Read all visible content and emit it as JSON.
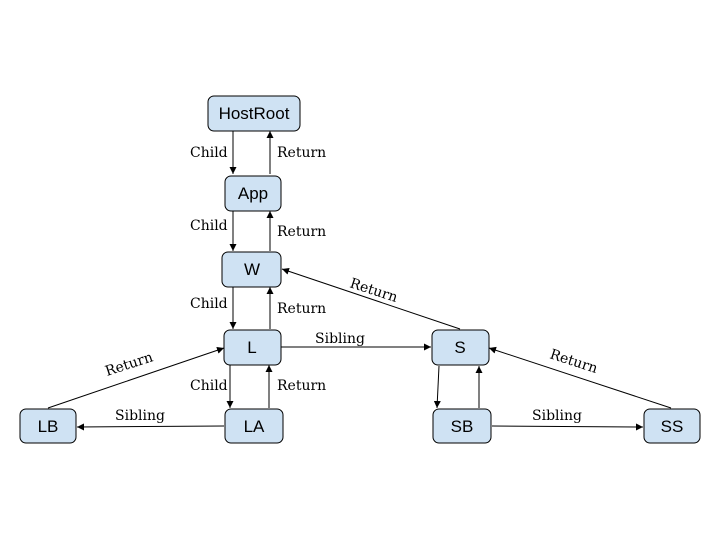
{
  "nodes": {
    "hostroot": "HostRoot",
    "app": "App",
    "w": "W",
    "l": "L",
    "s": "S",
    "lb": "LB",
    "la": "LA",
    "sb": "SB",
    "ss": "SS"
  },
  "edges": {
    "hostroot_app_child": "Child",
    "app_hostroot_return": "Return",
    "app_w_child": "Child",
    "w_app_return": "Return",
    "w_l_child": "Child",
    "l_w_return": "Return",
    "l_la_child": "Child",
    "la_l_return": "Return",
    "lb_l_return": "Return",
    "la_lb_sibling": "Sibling",
    "l_s_sibling": "Sibling",
    "s_w_return": "Return",
    "sb_ss_sibling": "Sibling",
    "ss_s_return": "Return"
  },
  "colors": {
    "node_fill": "#cfe2f3",
    "stroke": "#000000"
  }
}
